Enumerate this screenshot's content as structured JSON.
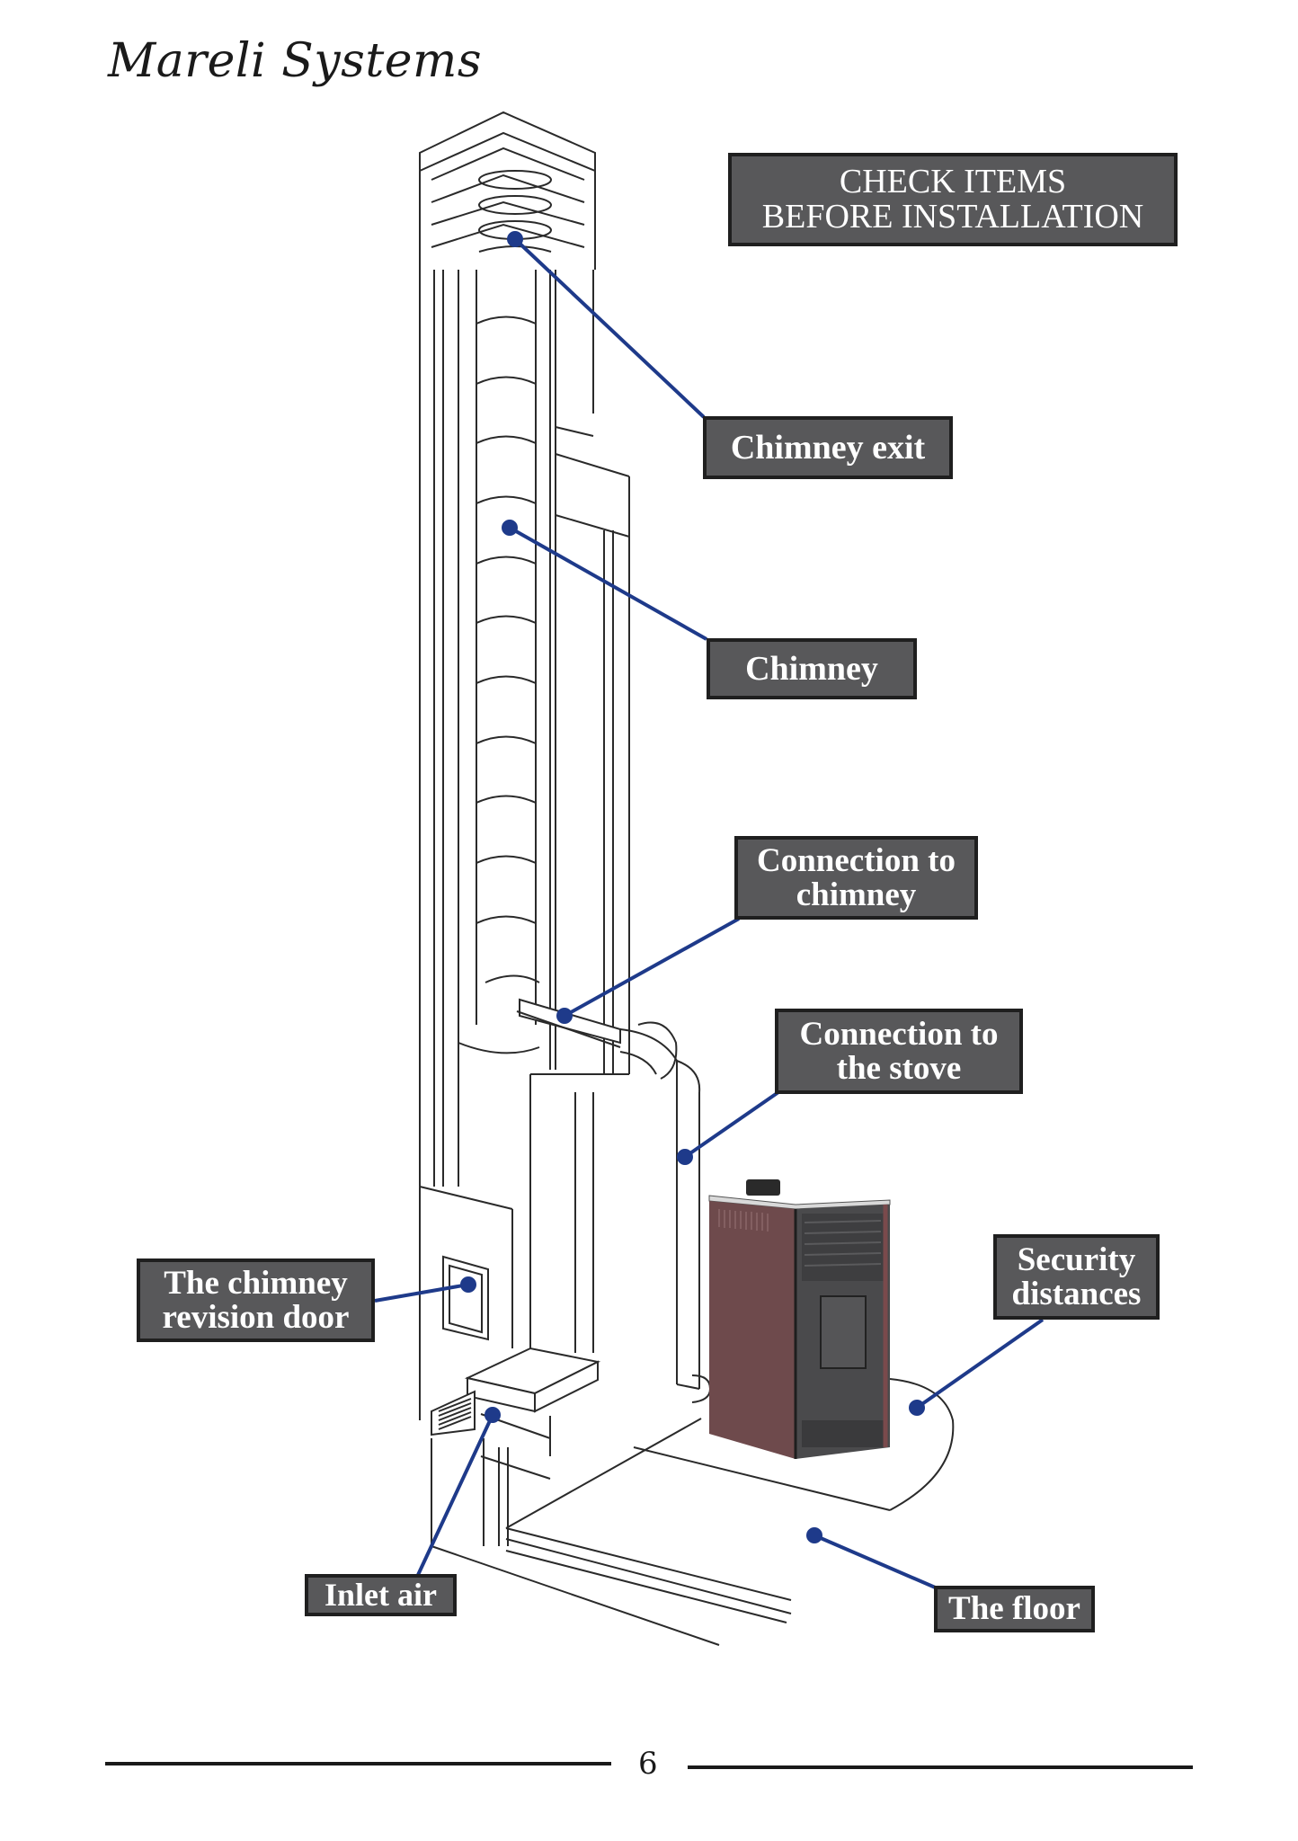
{
  "header": {
    "brand": "Mareli Systems"
  },
  "title_box": {
    "line1": "CHECK ITEMS",
    "line2": "BEFORE INSTALLATION"
  },
  "callouts": [
    {
      "id": "chimney-exit",
      "lines": [
        "Chimney exit"
      ]
    },
    {
      "id": "chimney",
      "lines": [
        "Chimney"
      ]
    },
    {
      "id": "connection-to-chimney",
      "lines": [
        "Connection to",
        "chimney"
      ]
    },
    {
      "id": "connection-to-stove",
      "lines": [
        "Connection to",
        "the stove"
      ]
    },
    {
      "id": "revision-door",
      "lines": [
        "The chimney",
        "revision door"
      ]
    },
    {
      "id": "security-distances",
      "lines": [
        "Security",
        "distances"
      ]
    },
    {
      "id": "inlet-air",
      "lines": [
        "Inlet air"
      ]
    },
    {
      "id": "floor",
      "lines": [
        "The floor"
      ]
    }
  ],
  "colors": {
    "label_bg": "#58585a",
    "label_border": "#1f1f1f",
    "leader": "#1e3a8a",
    "stove_body": "#6e4a4c",
    "stove_front": "#4a4a4c"
  },
  "footer": {
    "page_number": "6"
  }
}
